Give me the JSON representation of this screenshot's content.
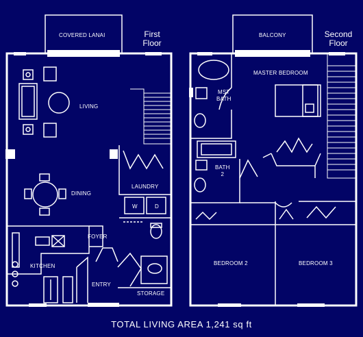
{
  "first_floor": {
    "floor_label": [
      "First",
      "Floor"
    ],
    "rooms": {
      "covered_lanai": "COVERED LANAI",
      "living": "LIVING",
      "dining": "DINING",
      "laundry": "LAUNDRY",
      "washer": "W",
      "dryer": "D",
      "foyer": "FOYER",
      "kitchen": "KITCHEN",
      "entry": "ENTRY",
      "storage": "STORAGE"
    }
  },
  "second_floor": {
    "floor_label": [
      "Second",
      "Floor"
    ],
    "rooms": {
      "balcony": "BALCONY",
      "master_bedroom": "MASTER BEDROOM",
      "mst_bath": [
        "MST",
        "BATH"
      ],
      "bath_2": [
        "BATH",
        "2"
      ],
      "bedroom_2": "BEDROOM 2",
      "bedroom_3": "BEDROOM 3"
    }
  },
  "total_area": "TOTAL LIVING AREA 1,241 sq ft",
  "colors": {
    "background": "#020466",
    "line": "#ffffff"
  }
}
